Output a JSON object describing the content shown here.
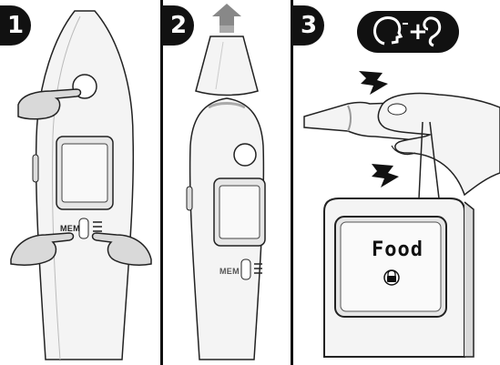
{
  "steps": [
    {
      "number": "1",
      "mem_label": "MEM"
    },
    {
      "number": "2",
      "mem_label": "MEM"
    },
    {
      "number": "3",
      "lcd_text": "Food"
    }
  ],
  "mode_icon_plus": "+",
  "icons": [
    "forehead-mode-icon",
    "ear-mode-icon",
    "press-arrow-icon",
    "up-arrow-icon",
    "lock-icon",
    "hand-icon"
  ],
  "colors": {
    "badge": "#111111",
    "device": "#f4f4f4",
    "shade": "#d9d9d9",
    "outline": "#222222"
  }
}
